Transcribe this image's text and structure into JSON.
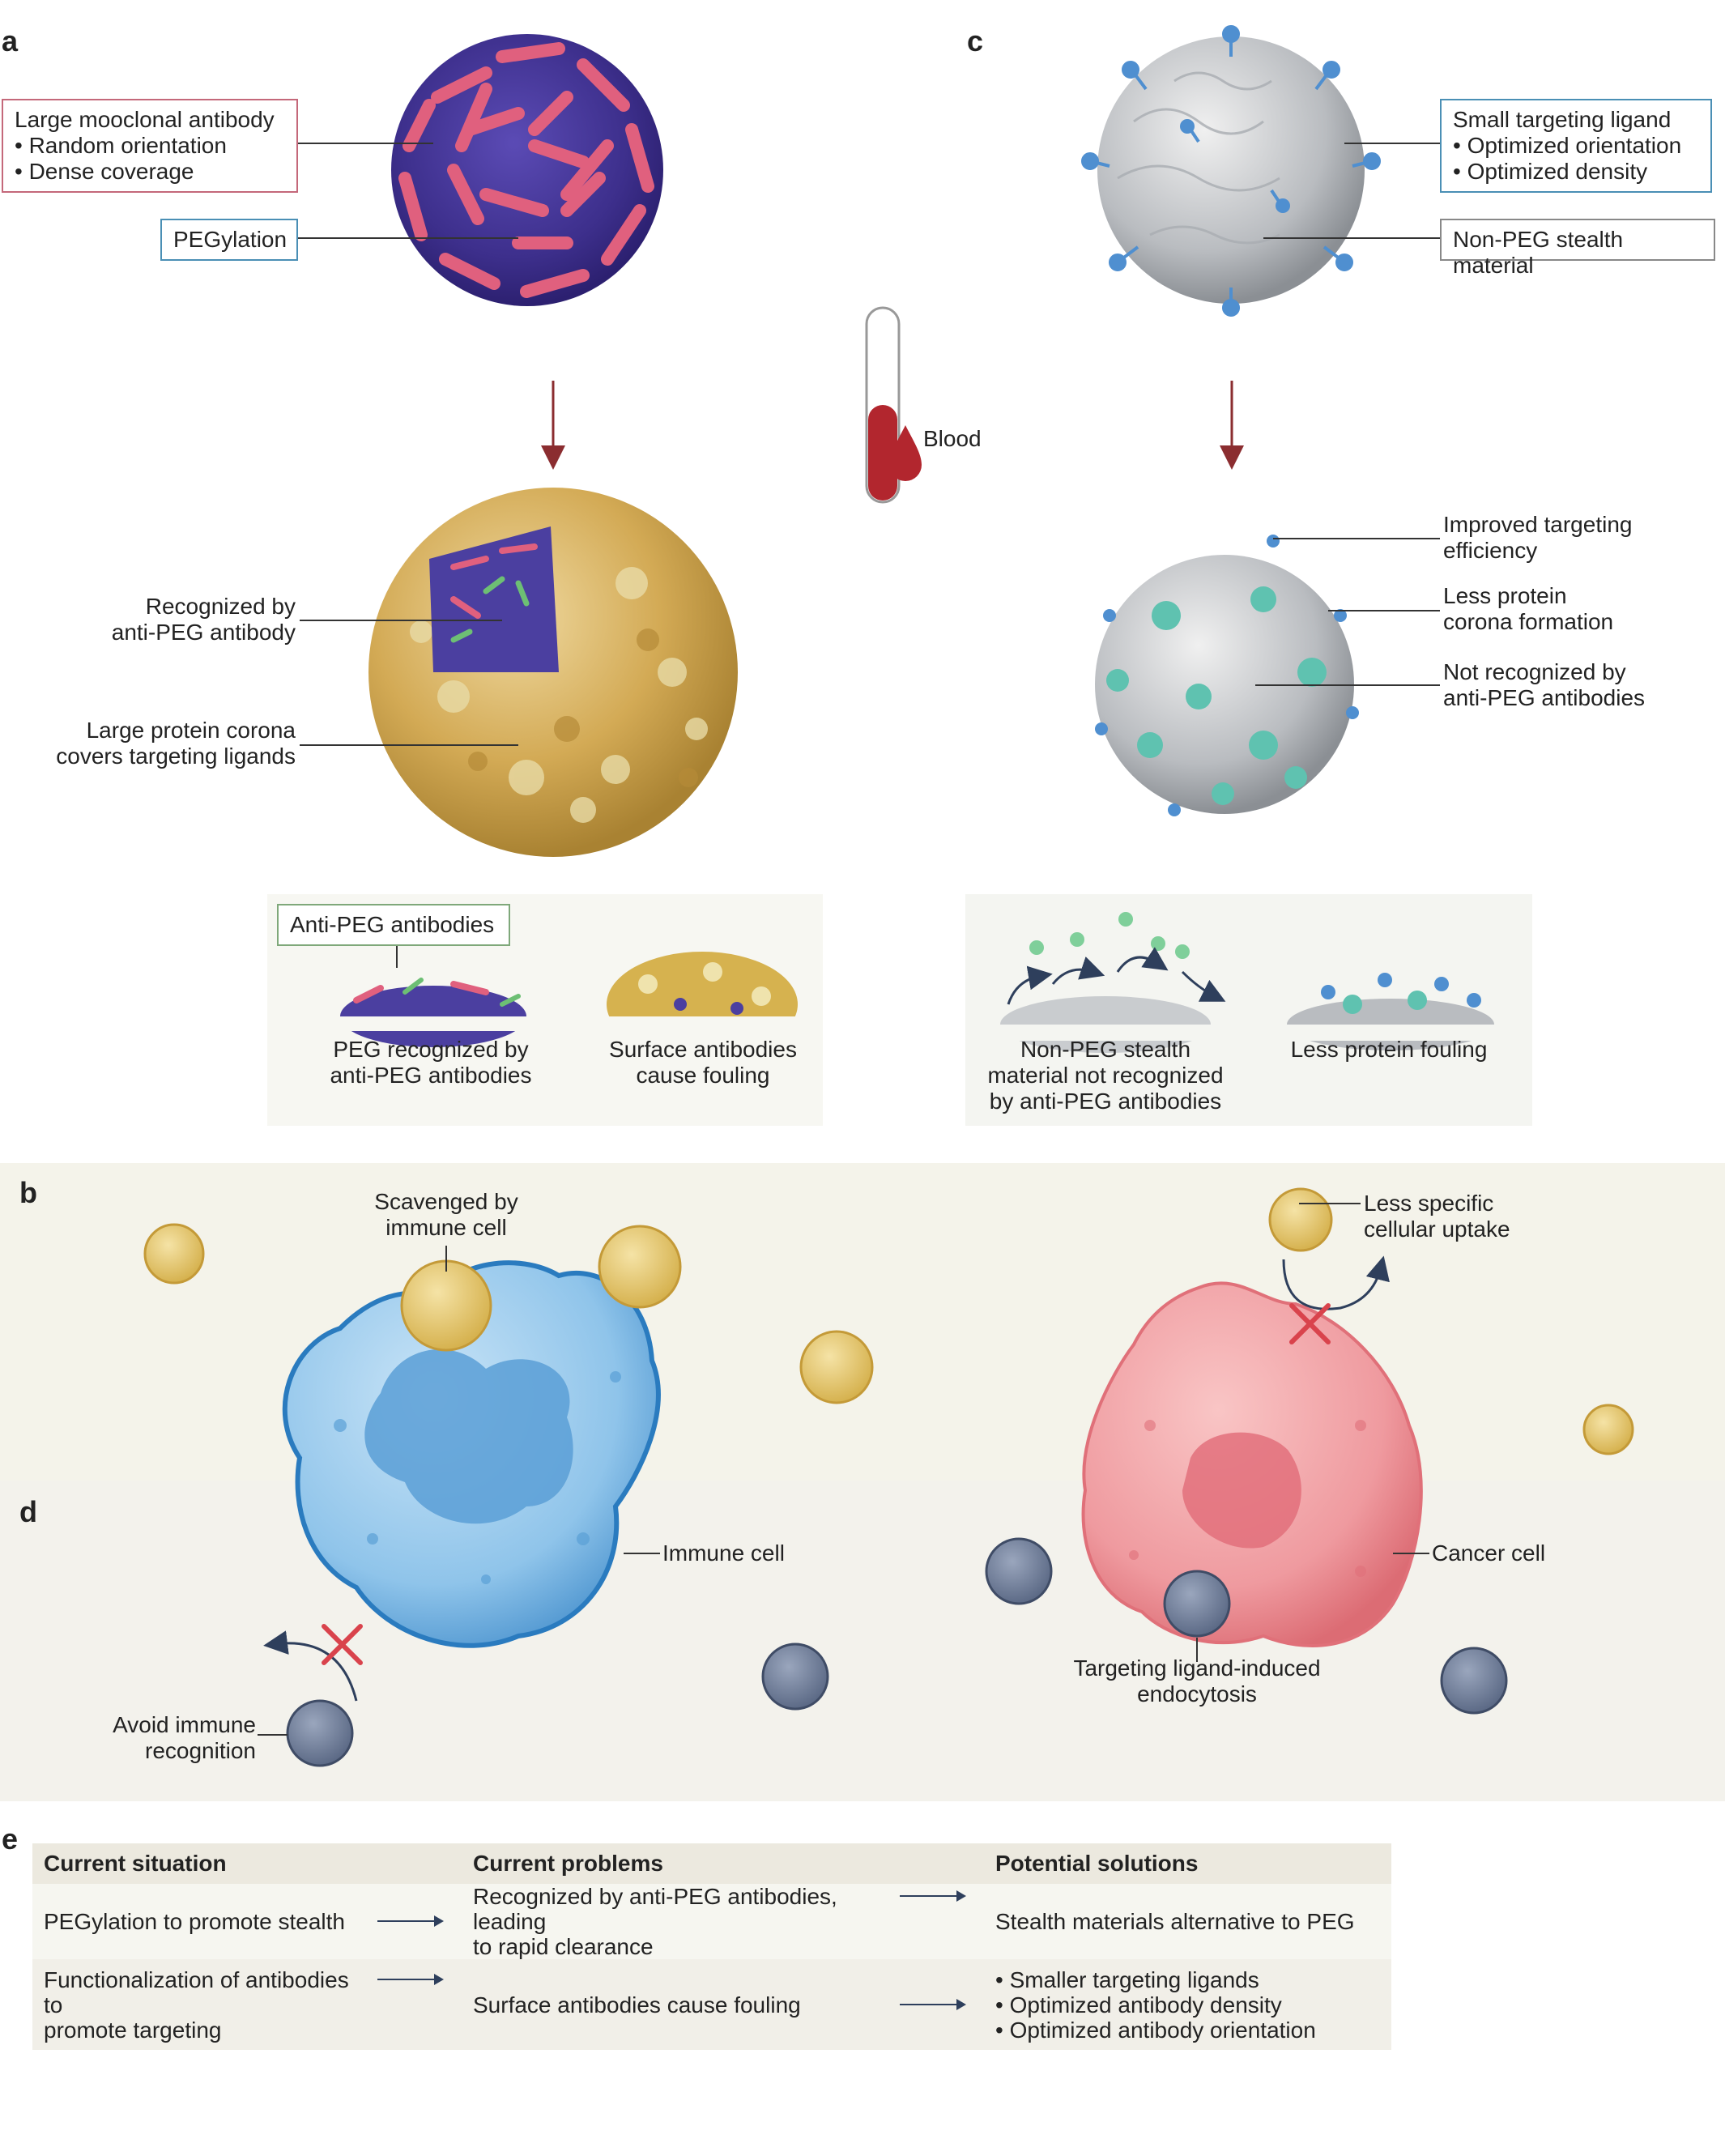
{
  "panels": {
    "a": "a",
    "b": "b",
    "c": "c",
    "d": "d",
    "e": "e"
  },
  "panel_a": {
    "antibody_box": [
      "Large mooclonal antibody",
      "• Random orientation",
      "• Dense coverage"
    ],
    "peg_box": "PEGylation",
    "recognized": [
      "Recognized by",
      "anti-PEG antibody"
    ],
    "corona": [
      "Large protein corona",
      "covers targeting ligands"
    ],
    "inset_box": "Anti-PEG antibodies",
    "inset_left": [
      "PEG recognized by",
      "anti-PEG antibodies"
    ],
    "inset_right": [
      "Surface antibodies",
      "cause fouling"
    ]
  },
  "center": {
    "blood": "Blood"
  },
  "panel_c": {
    "ligand_box": [
      "Small targeting ligand",
      "• Optimized orientation",
      "• Optimized density"
    ],
    "stealth_box": "Non-PEG stealth material",
    "improved": [
      "Improved targeting",
      "efficiency"
    ],
    "less_corona": [
      "Less protein",
      "corona formation"
    ],
    "not_recognized": [
      "Not recognized by",
      "anti-PEG antibodies"
    ],
    "inset_left": [
      "Non-PEG stealth",
      "material not recognized",
      "by anti-PEG antibodies"
    ],
    "inset_right": "Less protein fouling"
  },
  "panel_bd": {
    "scavenged": [
      "Scavenged by",
      "immune cell"
    ],
    "immune_cell": "Immune cell",
    "avoid": [
      "Avoid immune",
      "recognition"
    ],
    "less_specific": [
      "Less specific",
      "cellular uptake"
    ],
    "cancer_cell": "Cancer cell",
    "endocytosis": [
      "Targeting ligand-induced",
      "endocytosis"
    ]
  },
  "table": {
    "headers": [
      "Current situation",
      "Current problems",
      "Potential solutions"
    ],
    "rows": [
      {
        "situation": [
          "PEGylation to promote stealth"
        ],
        "problem": [
          "Recognized by anti-PEG antibodies, leading",
          "to rapid clearance"
        ],
        "solution": [
          "Stealth materials alternative to PEG"
        ]
      },
      {
        "situation": [
          "Functionalization of antibodies to",
          "promote targeting"
        ],
        "problem": [
          "Surface antibodies cause fouling"
        ],
        "solution": [
          "• Smaller targeting ligands",
          "• Optimized antibody density",
          "• Optimized antibody orientation"
        ]
      }
    ]
  },
  "colors": {
    "pink": "#e0607e",
    "purple": "#4b3fa0",
    "blue_tip": "#4f8fd0",
    "grey_strand": "#a9adb2",
    "corona_yellow": "#d6b24f",
    "teal": "#5fc2b0",
    "immune": "#8fc4ea",
    "cancer": "#ef9a9f",
    "arrow_red": "#8b2d30",
    "blood": "#b2262e",
    "navy": "#2e3f5c"
  }
}
